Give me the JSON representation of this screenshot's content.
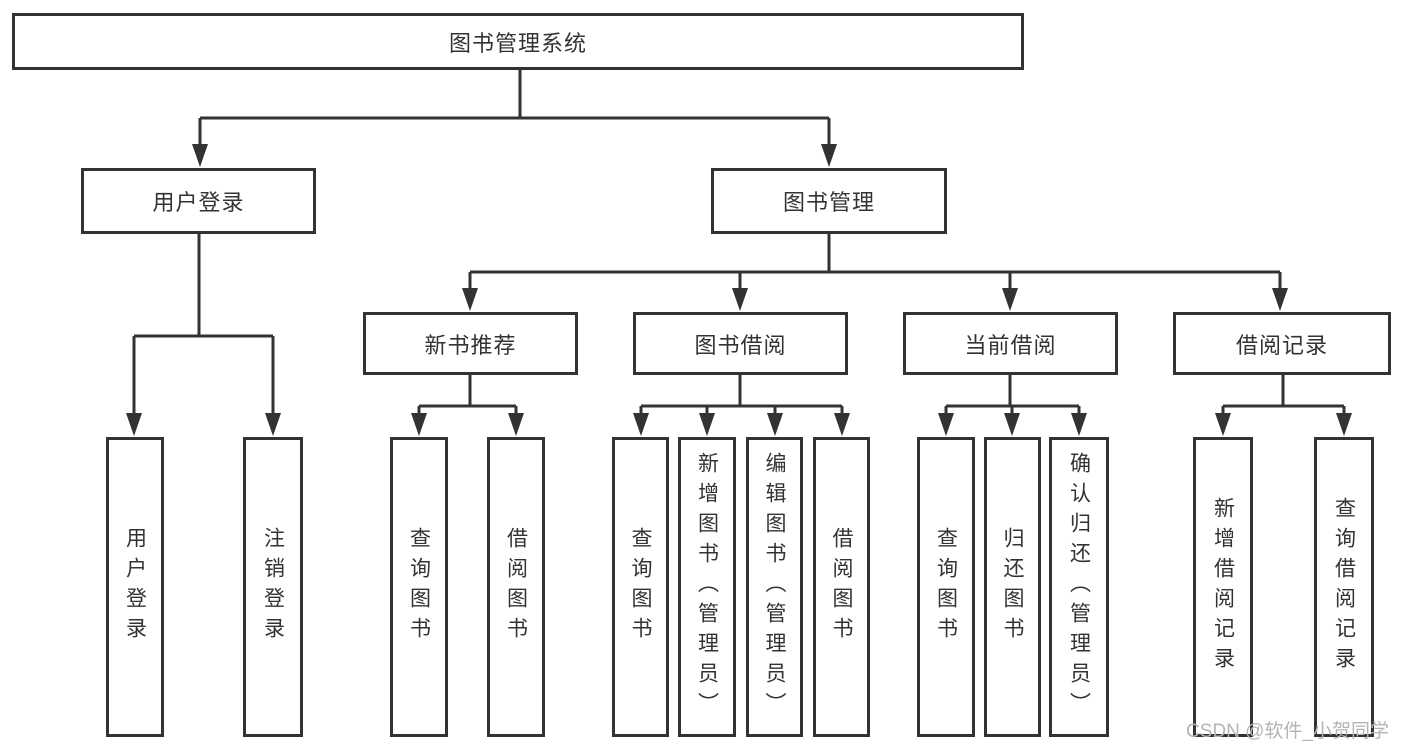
{
  "diagram": {
    "type": "hierarchy",
    "watermark": "CSDN @软件_小贺同学",
    "colors": {
      "line": "#333333",
      "text": "#333333",
      "box_background": "#ffffff",
      "watermark": "#b4b4b4"
    },
    "tree": {
      "label": "图书管理系统",
      "children": [
        {
          "label": "用户登录",
          "children": [
            {
              "label": "用户登录"
            },
            {
              "label": "注销登录"
            }
          ]
        },
        {
          "label": "图书管理",
          "children": [
            {
              "label": "新书推荐",
              "children": [
                {
                  "label": "查询图书"
                },
                {
                  "label": "借阅图书"
                }
              ]
            },
            {
              "label": "图书借阅",
              "children": [
                {
                  "label": "查询图书"
                },
                {
                  "label": "新增图书（管理员）"
                },
                {
                  "label": "编辑图书（管理员）"
                },
                {
                  "label": "借阅图书"
                }
              ]
            },
            {
              "label": "当前借阅",
              "children": [
                {
                  "label": "查询图书"
                },
                {
                  "label": "归还图书"
                },
                {
                  "label": "确认归还（管理员）"
                }
              ]
            },
            {
              "label": "借阅记录",
              "children": [
                {
                  "label": "新增借阅记录"
                },
                {
                  "label": "查询借阅记录"
                }
              ]
            }
          ]
        }
      ]
    }
  }
}
